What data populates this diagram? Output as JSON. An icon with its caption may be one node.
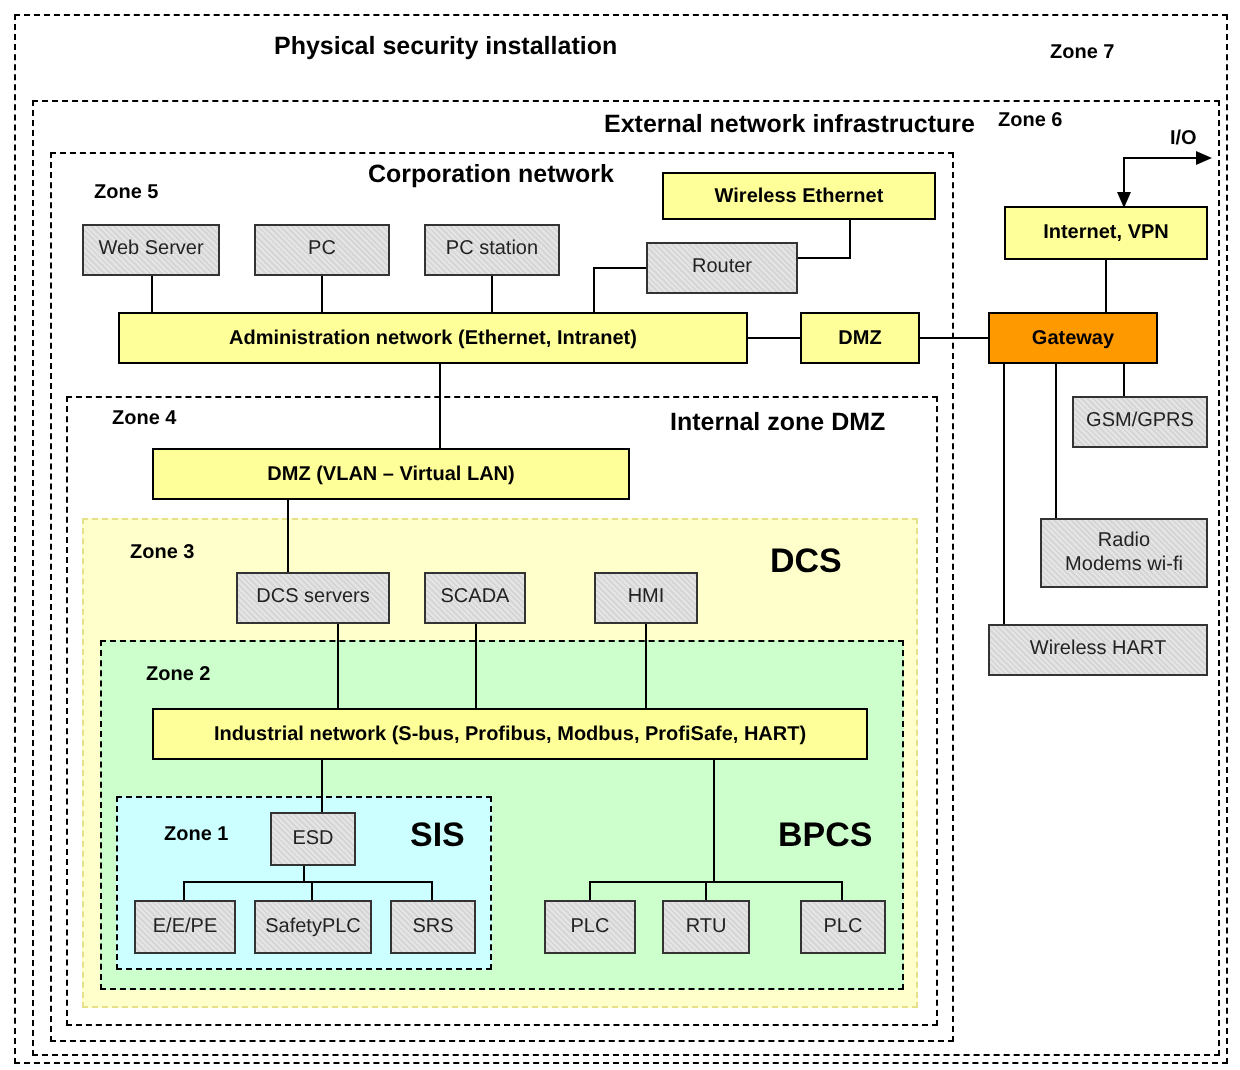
{
  "diagram": {
    "nodes": [
      {
        "text": [
          "Physical security installation",
          "Zone 7"
        ]
      },
      {
        "text": [
          "External network infrastructure",
          "Zone 6"
        ],
        "in": 0
      },
      {
        "text": [
          "Corporation network",
          "Zone 5"
        ],
        "in": 1
      },
      {
        "text": [
          "Web Server"
        ],
        "in": 2
      },
      {
        "text": [
          "PC"
        ],
        "in": 2
      },
      {
        "text": [
          "PC station"
        ],
        "in": 2
      },
      {
        "text": [
          "Wireless Ethernet"
        ],
        "in": 2
      },
      {
        "text": [
          "Router"
        ],
        "in": 2
      },
      {
        "text": [
          "Administration network (Ethernet, Intranet)"
        ],
        "in": 2
      },
      {
        "text": [
          "DMZ"
        ],
        "in": 2
      },
      {
        "text": [
          "Zone 4",
          "Internal zone DMZ"
        ],
        "in": 2
      },
      {
        "text": [
          "DMZ (VLAN – Virtual LAN)"
        ],
        "in": 10
      },
      {
        "text": [
          "Zone 3",
          "DCS"
        ],
        "in": 10
      },
      {
        "text": [
          "DCS servers"
        ],
        "in": 12
      },
      {
        "text": [
          "SCADA"
        ],
        "in": 12
      },
      {
        "text": [
          "HMI"
        ],
        "in": 12
      },
      {
        "text": [
          "Zone 2",
          "BPCS"
        ],
        "in": 12
      },
      {
        "text": [
          "Industrial network (S-bus, Profibus, Modbus, ProfiSafe, HART)"
        ],
        "in": 16
      },
      {
        "text": [
          "Zone 1",
          "SIS"
        ],
        "in": 16
      },
      {
        "text": [
          "ESD"
        ],
        "in": 18
      },
      {
        "text": [
          "E/E/PE"
        ],
        "in": 18
      },
      {
        "text": [
          "SafetyPLC"
        ],
        "in": 18
      },
      {
        "text": [
          "SRS"
        ],
        "in": 18
      },
      {
        "text": [
          "PLC"
        ],
        "in": 16
      },
      {
        "text": [
          "RTU"
        ],
        "in": 16
      },
      {
        "text": [
          "PLC"
        ],
        "in": 16
      },
      {
        "text": [
          "Internet, VPN"
        ],
        "in": 1
      },
      {
        "text": [
          "Gateway"
        ],
        "in": 1
      },
      {
        "text": [
          "GSM/GPRS"
        ],
        "in": 1
      },
      {
        "text": [
          "Radio Modems wi-fi"
        ],
        "in": 1
      },
      {
        "text": [
          "Wireless HART"
        ],
        "in": 1
      }
    ],
    "edges": [
      {
        "from": 3,
        "to": 8,
        "arrow": "none"
      },
      {
        "from": 4,
        "to": 8,
        "arrow": "none"
      },
      {
        "from": 5,
        "to": 8,
        "arrow": "none"
      },
      {
        "from": 7,
        "to": 8,
        "arrow": "none"
      },
      {
        "from": 6,
        "to": 7,
        "arrow": "none"
      },
      {
        "from": 8,
        "to": 9,
        "arrow": "none"
      },
      {
        "from": 9,
        "to": 27,
        "arrow": "none"
      },
      {
        "from": 27,
        "to": 26,
        "arrow": "none"
      },
      {
        "from": 27,
        "to": 28,
        "arrow": "none"
      },
      {
        "from": 27,
        "to": 29,
        "arrow": "none"
      },
      {
        "from": 27,
        "to": 30,
        "arrow": "none"
      },
      {
        "from": 8,
        "to": 11,
        "arrow": "none"
      },
      {
        "from": 11,
        "to": 13,
        "arrow": "none"
      },
      {
        "from": 13,
        "to": 17,
        "arrow": "none"
      },
      {
        "from": 14,
        "to": 17,
        "arrow": "none"
      },
      {
        "from": 15,
        "to": 17,
        "arrow": "none"
      },
      {
        "from": 17,
        "to": 19,
        "arrow": "none"
      },
      {
        "from": 19,
        "to": 20,
        "arrow": "none"
      },
      {
        "from": 19,
        "to": 21,
        "arrow": "none"
      },
      {
        "from": 19,
        "to": 22,
        "arrow": "none"
      },
      {
        "from": 17,
        "to": 23,
        "arrow": "none"
      },
      {
        "from": 17,
        "to": 24,
        "arrow": "none"
      },
      {
        "from": 17,
        "to": 25,
        "arrow": "none"
      },
      {
        "from": 26,
        "to": null,
        "arrow": "both",
        "label": "I/O"
      }
    ]
  }
}
